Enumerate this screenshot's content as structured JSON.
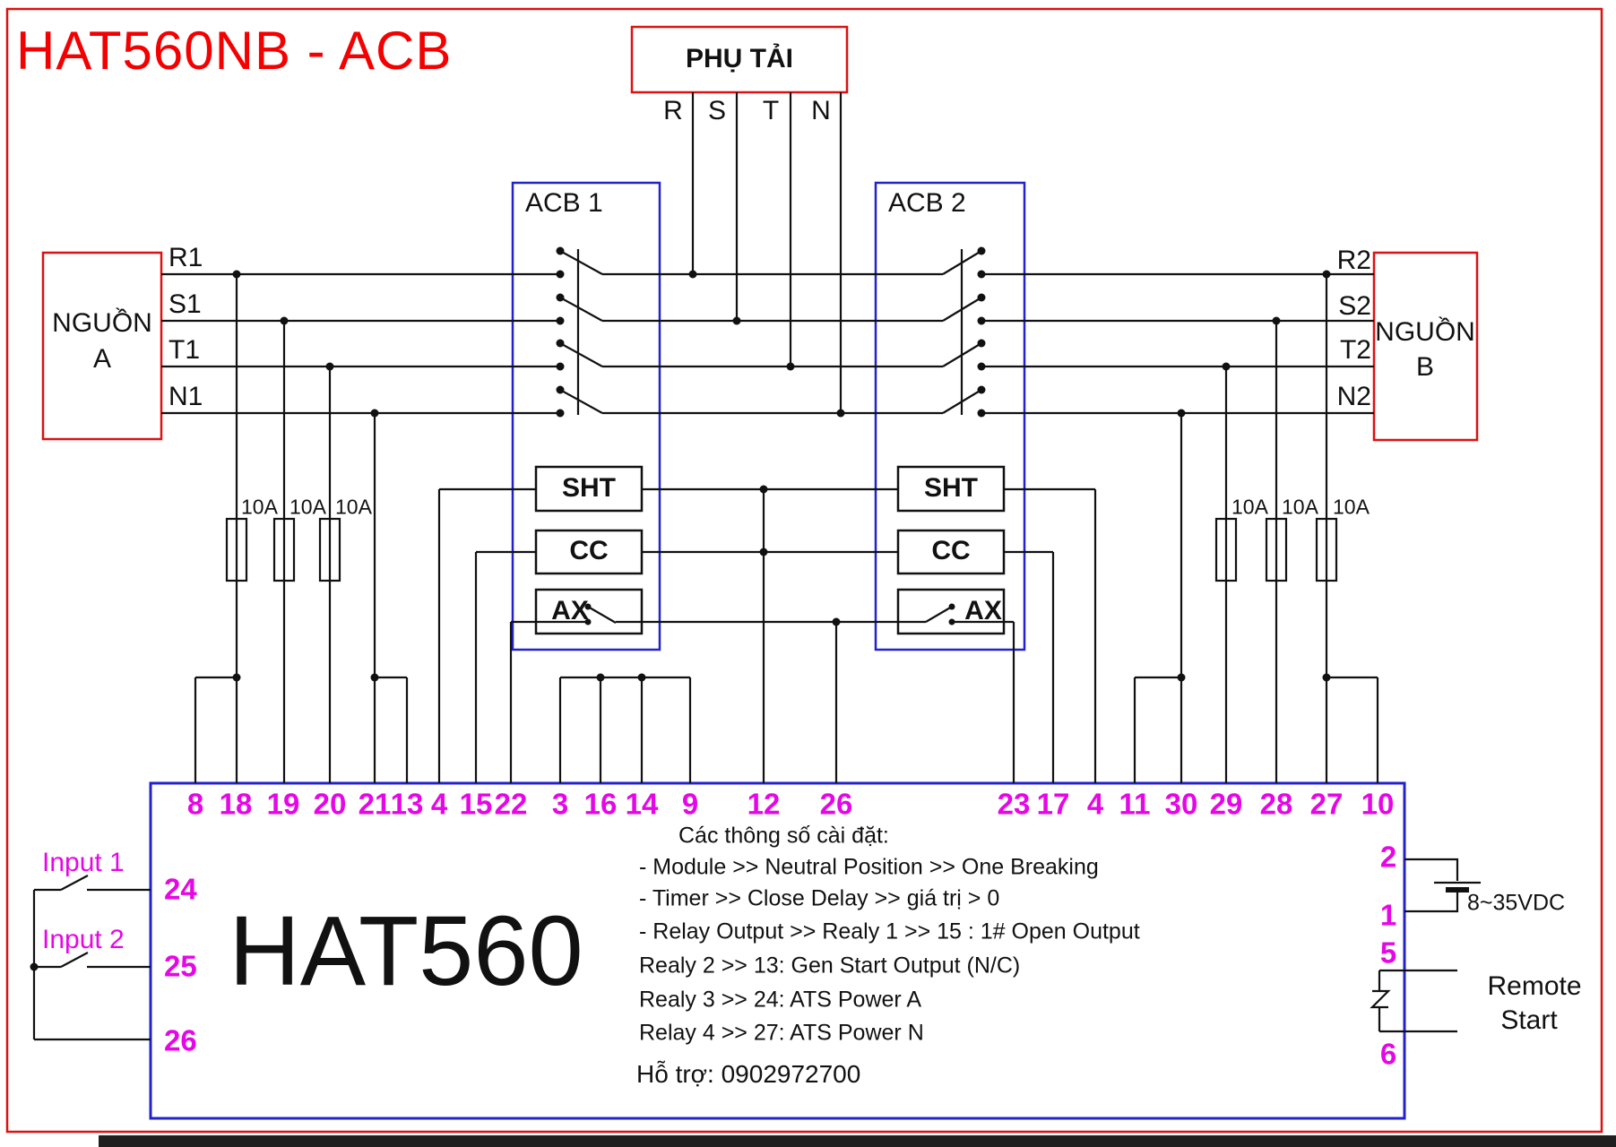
{
  "title": "HAT560NB - ACB",
  "load_box": {
    "label": "PHỤ TẢI",
    "phases": [
      "R",
      "S",
      "T",
      "N"
    ]
  },
  "source_a": {
    "name_lines": [
      "NGUỒN",
      "A"
    ],
    "phase_labels": [
      "R1",
      "S1",
      "T1",
      "N1"
    ]
  },
  "source_b": {
    "name_lines": [
      "NGUỒN",
      "B"
    ],
    "phase_labels": [
      "R2",
      "S2",
      "T2",
      "N2"
    ]
  },
  "breakers": {
    "acb1_label": "ACB 1",
    "acb2_label": "ACB 2",
    "coils": {
      "sht": "SHT",
      "cc": "CC",
      "ax": "AX"
    }
  },
  "fuses": {
    "rating": "10A"
  },
  "controller": {
    "name": "HAT560",
    "terminals_top": [
      "8",
      "18",
      "19",
      "20",
      "21",
      "13",
      "4",
      "15",
      "22",
      "3",
      "16",
      "14",
      "9",
      "12",
      "26",
      "23",
      "17",
      "4",
      "11",
      "30",
      "29",
      "28",
      "27",
      "10"
    ],
    "terminals_left": [
      "24",
      "25",
      "26"
    ],
    "inputs": [
      "Input 1",
      "Input 2"
    ],
    "terminals_right": [
      "2",
      "1",
      "5",
      "6"
    ],
    "power_label": "8~35VDC",
    "remote_lines": [
      "Remote",
      "Start"
    ]
  },
  "settings": [
    "Các thông số cài đặt:",
    "- Module >> Neutral Position >> One Breaking",
    "- Timer >> Close Delay >> giá trị > 0",
    "- Relay Output >> Realy 1 >> 15 : 1# Open Output",
    "Realy 2 >> 13: Gen Start Output (N/C)",
    "Realy 3 >> 24: ATS Power A",
    "Relay 4 >> 27: ATS Power N"
  ],
  "support": "Hỗ trợ: 0902972700",
  "colors": {
    "accent_blue": "#2222cc",
    "accent_red": "#dd1111",
    "terminal_magenta": "#e607e6",
    "title_red": "#f40000"
  }
}
